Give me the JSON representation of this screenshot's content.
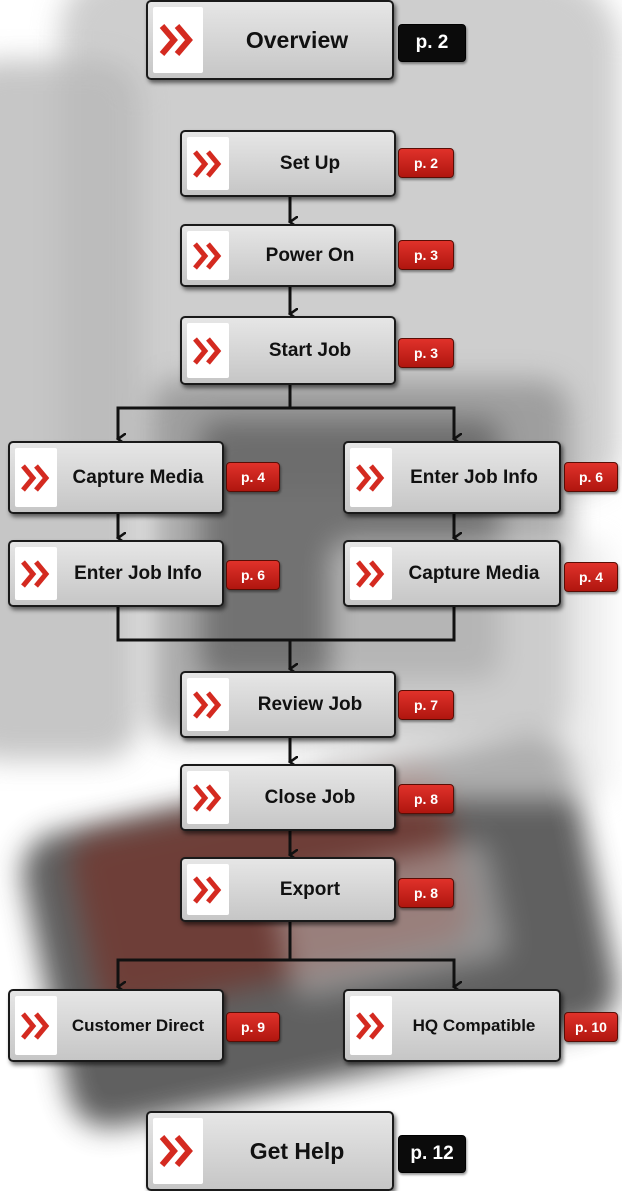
{
  "colors": {
    "accent": "#d42a20",
    "node_fill": "#d8d8d8",
    "dark_badge": "#0b0b0b"
  },
  "icon": "double-chevron-right-icon",
  "top": {
    "label": "Overview",
    "page": "p. 2"
  },
  "steps": [
    {
      "label": "Set Up",
      "page": "p. 2"
    },
    {
      "label": "Power On",
      "page": "p. 3"
    },
    {
      "label": "Start Job",
      "page": "p. 3"
    }
  ],
  "left_branch": [
    {
      "label": "Capture Media",
      "page": "p. 4"
    },
    {
      "label": "Enter Job Info",
      "page": "p. 6"
    }
  ],
  "right_branch": [
    {
      "label": "Enter Job Info",
      "page": "p. 6"
    },
    {
      "label": "Capture Media",
      "page": "p. 4"
    }
  ],
  "after": [
    {
      "label": "Review Job",
      "page": "p. 7"
    },
    {
      "label": "Close Job",
      "page": "p. 8"
    },
    {
      "label": "Export",
      "page": "p. 8"
    }
  ],
  "export_options": [
    {
      "label": "Customer Direct",
      "page": "p. 9"
    },
    {
      "label": "HQ Compatible",
      "page": "p. 10"
    }
  ],
  "bottom": {
    "label": "Get Help",
    "page": "p. 12"
  }
}
